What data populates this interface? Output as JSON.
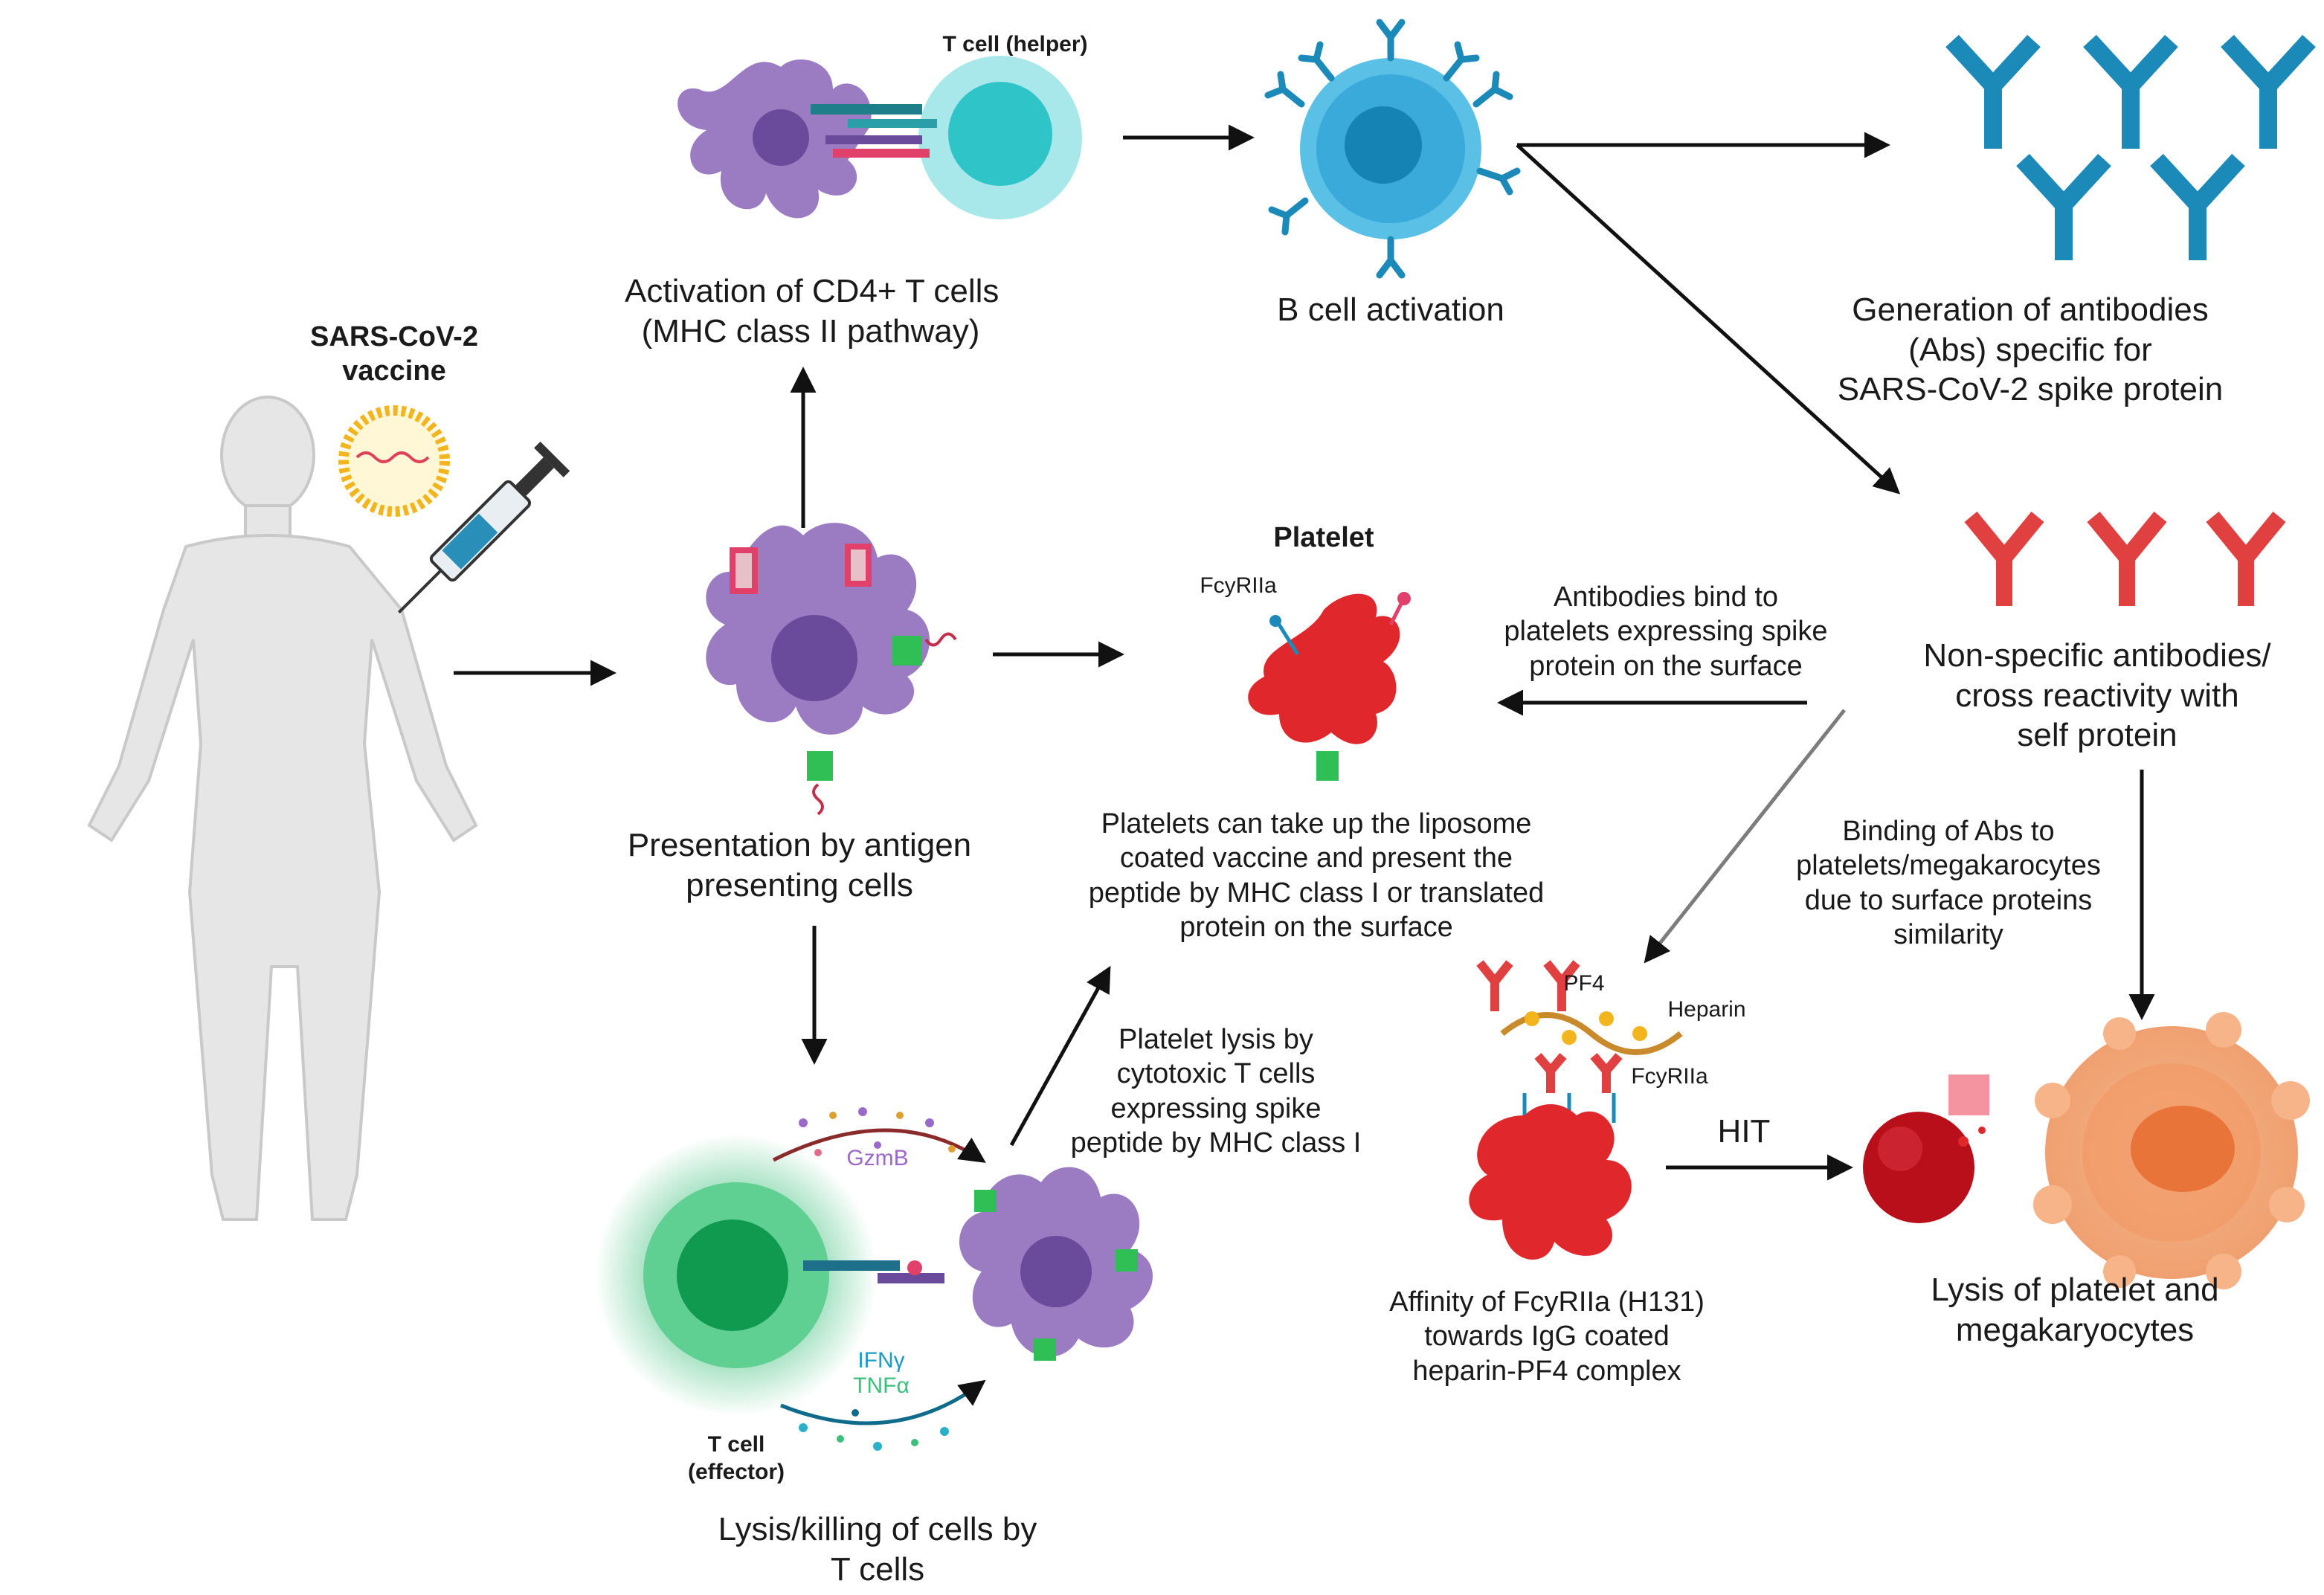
{
  "vaccine": {
    "label_line1": "SARS-CoV-2",
    "label_line2": "vaccine"
  },
  "t_helper": {
    "label": "T cell (helper)"
  },
  "cd4_activation": {
    "line1": "Activation of CD4+ T cells",
    "line2": "(MHC class II pathway)"
  },
  "b_cell": {
    "label": "B cell activation"
  },
  "antibody_generation": {
    "line1": "Generation of antibodies",
    "line2": "(Abs) specific for",
    "line3": "SARS-CoV-2 spike protein"
  },
  "platelet": {
    "title": "Platelet",
    "receptor": "FcyRIIa"
  },
  "antibodies_bind": {
    "line1": "Antibodies bind to",
    "line2": "platelets expressing spike",
    "line3": "protein on the surface"
  },
  "nonspecific": {
    "line1": "Non-specific antibodies/",
    "line2": "cross reactivity with",
    "line3": "self protein"
  },
  "apc": {
    "line1": "Presentation by antigen",
    "line2": "presenting cells"
  },
  "platelet_uptake": {
    "line1": "Platelets can take up the liposome",
    "line2": "coated vaccine and present the",
    "line3": "peptide by MHC class I or translated",
    "line4": "protein on the surface"
  },
  "binding_abs": {
    "line1": "Binding of Abs to",
    "line2": "platelets/megakarocytes",
    "line3": "due to surface proteins",
    "line4": "similarity"
  },
  "heparin_complex": {
    "pf4": "PF4",
    "heparin": "Heparin",
    "receptor": "FcyRIIa"
  },
  "platelet_lysis_ctl": {
    "line1": "Platelet lysis by",
    "line2": "cytotoxic T cells",
    "line3": "expressing spike",
    "line4": "peptide by MHC class I"
  },
  "effector": {
    "gzmb": "GzmB",
    "ifng": "IFNγ",
    "tnfa": "TNFα",
    "label_line1": "T cell",
    "label_line2": "(effector)"
  },
  "hit": {
    "label": "HIT"
  },
  "affinity": {
    "line1": "Affinity of FcyRIIa (H131)",
    "line2": "towards IgG coated",
    "line3": "heparin-PF4 complex"
  },
  "lysis_platelet": {
    "line1": "Lysis of platelet and",
    "line2": "megakaryocytes"
  },
  "lysis_cells": {
    "line1": "Lysis/killing of cells by",
    "line2": "T cells"
  },
  "colors": {
    "apc_purple": "#9b7bc2",
    "apc_nucleus": "#6a4a9a",
    "t_helper": "#7fdde0",
    "b_cell": "#2aa6d6",
    "antibody_blue": "#1c8ab8",
    "antibody_red": "#e0403f",
    "platelet_red": "#e0282c",
    "t_effector": "#3cbf7a",
    "megakaryocyte": "#f0a070",
    "arrow": "#111111"
  }
}
